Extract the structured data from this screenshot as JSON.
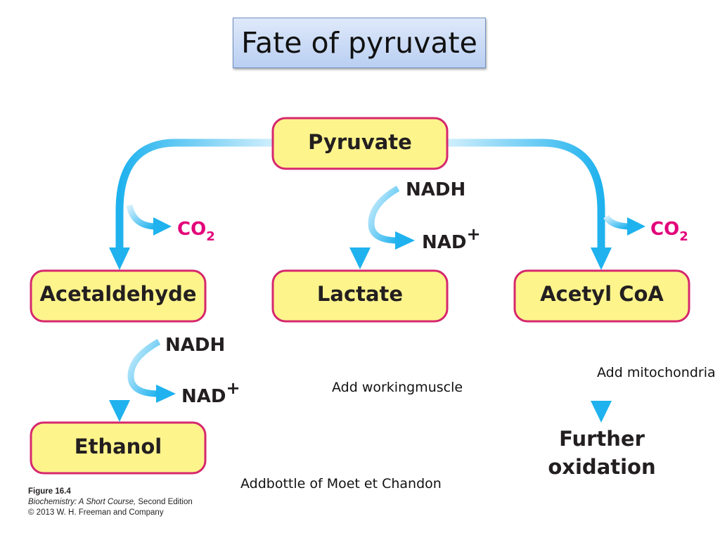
{
  "title": "Fate of pyruvate",
  "diagram": {
    "nodes": {
      "pyruvate": "Pyruvate",
      "acetaldehyde": "Acetaldehyde",
      "lactate": "Lactate",
      "acetyl_coa": "Acetyl CoA",
      "ethanol": "Ethanol",
      "further_oxidation_line1": "Further",
      "further_oxidation_line2": "oxidation"
    },
    "cofactors": {
      "nadh": "NADH",
      "nad": "NAD",
      "nad_charge": "+",
      "co2_base": "CO",
      "co2_sub": "2"
    },
    "colors": {
      "box_fill": "#fef48c",
      "box_border": "#d6286e",
      "arrow": "#1fb2ee",
      "co2": "#e2007a"
    }
  },
  "notes": {
    "mitochondria": "Add mitochondria",
    "muscle": "Add workingmuscle",
    "bottle": "Addbottle of Moet et Chandon"
  },
  "caption": {
    "figure": "Figure 16.4",
    "book": "Biochemistry: A Short Course,",
    "edition": " Second Edition",
    "copyright": "© 2013 W. H. Freeman and Company"
  }
}
